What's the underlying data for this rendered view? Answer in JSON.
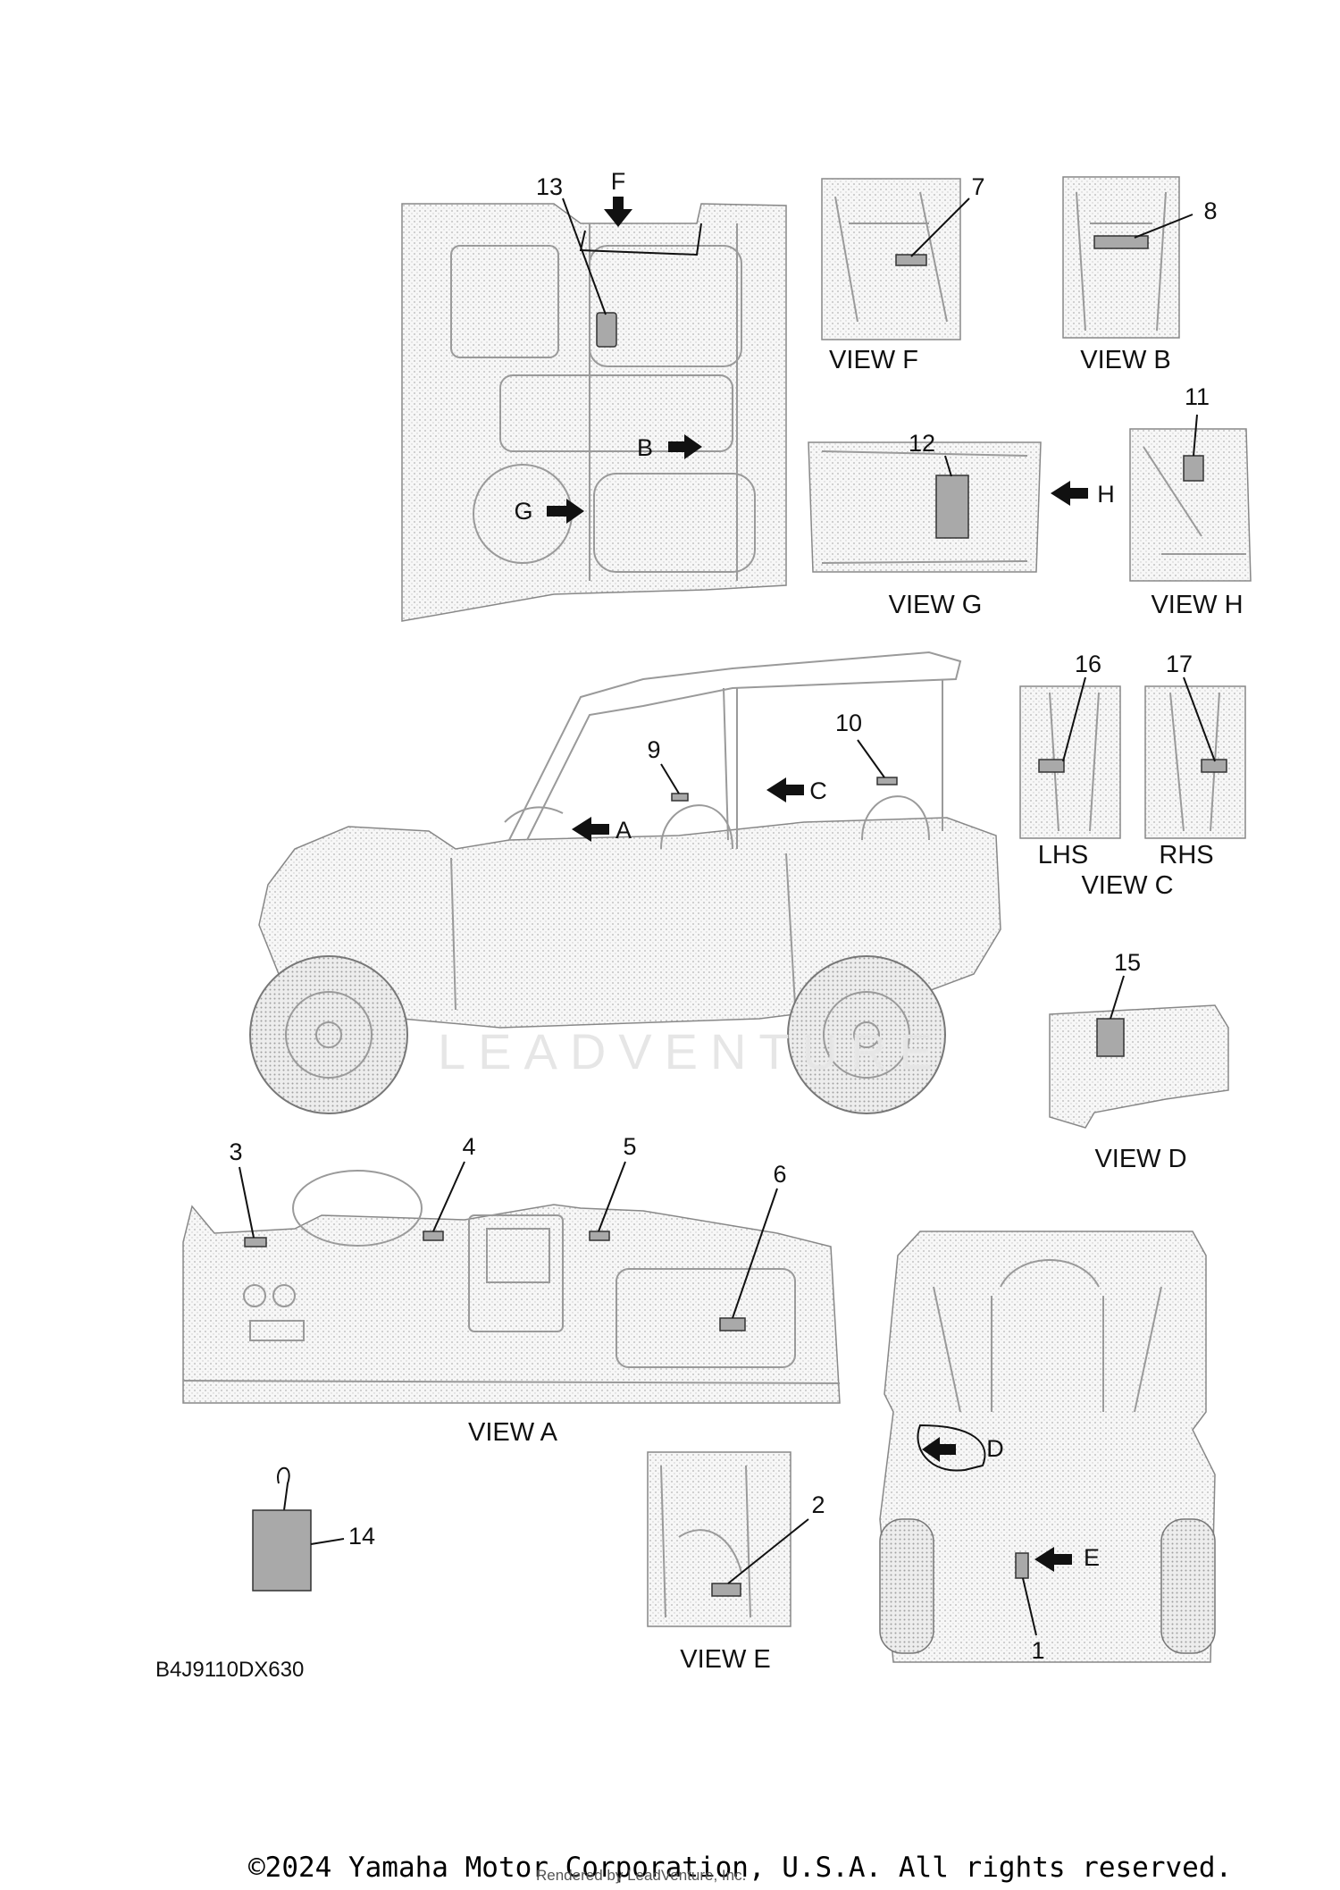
{
  "callouts": {
    "c1": "1",
    "c2": "2",
    "c3": "3",
    "c4": "4",
    "c5": "5",
    "c6": "6",
    "c7": "7",
    "c8": "8",
    "c9": "9",
    "c10": "10",
    "c11": "11",
    "c12": "12",
    "c13": "13",
    "c14": "14",
    "c15": "15",
    "c16": "16",
    "c17": "17"
  },
  "view_letters": {
    "a": "A",
    "b": "B",
    "c": "C",
    "d": "D",
    "e": "E",
    "f": "F",
    "g": "G",
    "h": "H"
  },
  "view_labels": {
    "view_f": "VIEW F",
    "view_b": "VIEW B",
    "view_g": "VIEW G",
    "view_h": "VIEW H",
    "view_c": "VIEW C",
    "lhs": "LHS",
    "rhs": "RHS",
    "view_d": "VIEW D",
    "view_a": "VIEW A",
    "view_e": "VIEW E"
  },
  "diagram_code": "B4J9110DX630",
  "watermark": "LEADVENTURE",
  "copyright": "©2024 Yamaha Motor Corporation, U.S.A. All rights reserved.",
  "rendered_by": "Rendered by LeadVenture, Inc."
}
